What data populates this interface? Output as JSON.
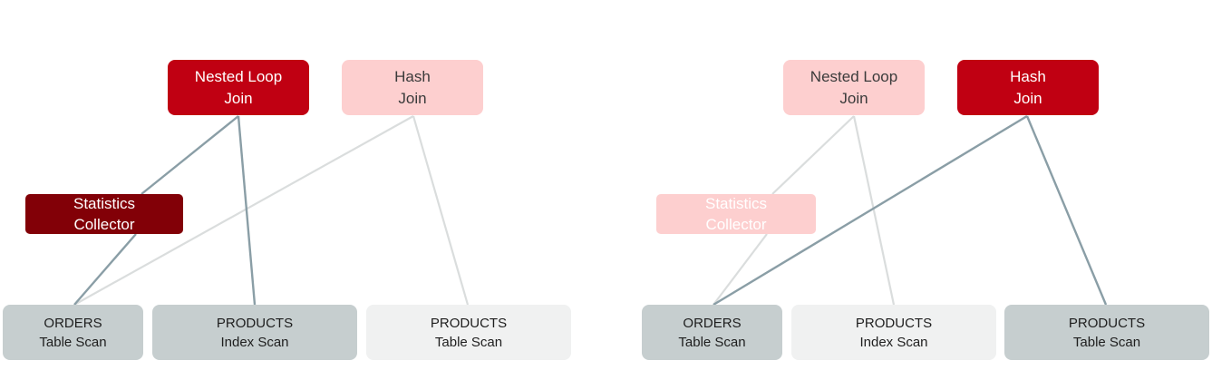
{
  "diagrams": [
    {
      "nested_loop": {
        "line1": "Nested Loop",
        "line2": "Join",
        "state": "active"
      },
      "hash": {
        "line1": "Hash",
        "line2": "Join",
        "state": "inactive"
      },
      "collector": {
        "line1": "Statistics",
        "line2": "Collector",
        "state": "active"
      },
      "scans": [
        {
          "line1": "ORDERS",
          "line2": "Table Scan",
          "state": "active"
        },
        {
          "line1": "PRODUCTS",
          "line2": "Index Scan",
          "state": "active"
        },
        {
          "line1": "PRODUCTS",
          "line2": "Table Scan",
          "state": "inactive"
        }
      ]
    },
    {
      "nested_loop": {
        "line1": "Nested Loop",
        "line2": "Join",
        "state": "inactive"
      },
      "hash": {
        "line1": "Hash",
        "line2": "Join",
        "state": "active"
      },
      "collector": {
        "line1": "Statistics",
        "line2": "Collector",
        "state": "inactive"
      },
      "scans": [
        {
          "line1": "ORDERS",
          "line2": "Table Scan",
          "state": "active"
        },
        {
          "line1": "PRODUCTS",
          "line2": "Index Scan",
          "state": "inactive"
        },
        {
          "line1": "PRODUCTS",
          "line2": "Table Scan",
          "state": "active"
        }
      ]
    }
  ],
  "colors": {
    "active_join": "#c00012",
    "inactive_join": "#fdcfcf",
    "active_collector": "#820007",
    "active_scan": "#c6cecf",
    "inactive_scan": "#f0f1f1",
    "active_edge": "#8a9ea6",
    "inactive_edge": "#dadddd"
  }
}
